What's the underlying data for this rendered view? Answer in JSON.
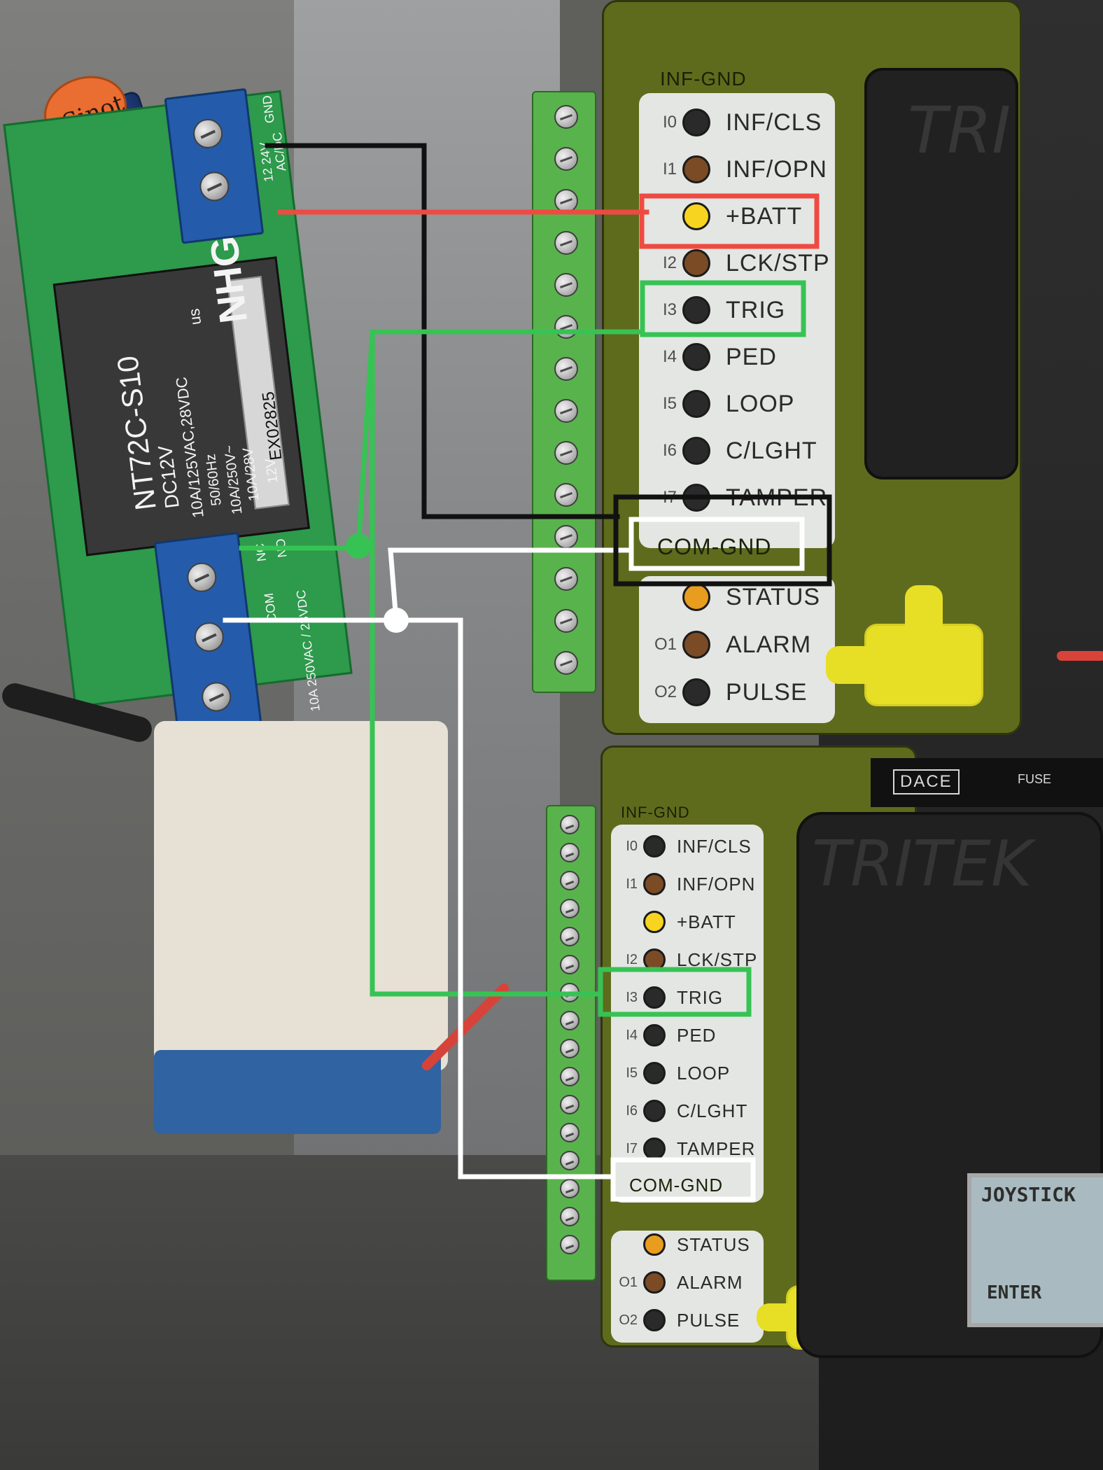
{
  "colors": {
    "battery_highlight": "#ef4a42",
    "trigger_wire": "#37c354",
    "ground_highlight": "#111111",
    "com_wire": "#ffffff",
    "board_green": "#5f6b1c",
    "label_panel": "#e4e6e3",
    "led_yellow": "#f6d41f",
    "led_orange": "#e99d1f",
    "led_brown": "#7a4b25",
    "led_dark": "#2a2a2a"
  },
  "top_board": {
    "title": "INF-GND",
    "rows": [
      {
        "code": "I0",
        "label": "INF/CLS",
        "led": "dark"
      },
      {
        "code": "I1",
        "label": "INF/OPN",
        "led": "brown"
      },
      {
        "code": "",
        "label": "+BATT",
        "led": "yellow"
      },
      {
        "code": "I2",
        "label": "LCK/STP",
        "led": "brown"
      },
      {
        "code": "I3",
        "label": "TRIG",
        "led": "dark"
      },
      {
        "code": "I4",
        "label": "PED",
        "led": "dark"
      },
      {
        "code": "I5",
        "label": "LOOP",
        "led": "dark"
      },
      {
        "code": "I6",
        "label": "C/LGHT",
        "led": "dark"
      },
      {
        "code": "I7",
        "label": "TAMPER",
        "led": "dark"
      }
    ],
    "com_gnd": "COM-GND",
    "outputs": [
      {
        "code": "",
        "label": "STATUS",
        "led": "orange"
      },
      {
        "code": "O1",
        "label": "ALARM",
        "led": "brown"
      },
      {
        "code": "O2",
        "label": "PULSE",
        "led": "dark"
      }
    ],
    "case_text": "TRI"
  },
  "bottom_board": {
    "title": "INF-GND",
    "rows": [
      {
        "code": "I0",
        "label": "INF/CLS",
        "led": "dark"
      },
      {
        "code": "I1",
        "label": "INF/OPN",
        "led": "brown"
      },
      {
        "code": "",
        "label": "+BATT",
        "led": "yellow"
      },
      {
        "code": "I2",
        "label": "LCK/STP",
        "led": "brown"
      },
      {
        "code": "I3",
        "label": "TRIG",
        "led": "dark"
      },
      {
        "code": "I4",
        "label": "PED",
        "led": "dark"
      },
      {
        "code": "I5",
        "label": "LOOP",
        "led": "dark"
      },
      {
        "code": "I6",
        "label": "C/LGHT",
        "led": "dark"
      },
      {
        "code": "I7",
        "label": "TAMPER",
        "led": "dark"
      }
    ],
    "com_gnd": "COM-GND",
    "outputs": [
      {
        "code": "",
        "label": "STATUS",
        "led": "orange"
      },
      {
        "code": "O1",
        "label": "ALARM",
        "led": "brown"
      },
      {
        "code": "O2",
        "label": "PULSE",
        "led": "dark"
      }
    ],
    "case_text": "TRITEK",
    "lcd_lines": [
      "JOYSTICK",
      "ENTER"
    ],
    "top_strip_labels": [
      "DACE",
      "FUSE"
    ]
  },
  "relay_module": {
    "model": "NT72C-S10",
    "brand": "NHG",
    "voltage": "DC12V",
    "rating_1": "10A/125VAC,28VDC",
    "rating_2": "50/60Hz",
    "rating_3": "10A/250V~",
    "rating_4": "10A/28V",
    "rating_5": "12V",
    "code": "EX02825",
    "cert": "us",
    "terminal_text_1": "12 24V",
    "terminal_text_2": "AC/DC",
    "terminal_text_3": "GND",
    "terminal_text_4": "NC",
    "terminal_text_5": "COM",
    "terminal_text_6": "NO",
    "terminal_text_7": "10A 250VAC / 28VDC"
  },
  "capacitor": {
    "top_text": "Sinot"
  }
}
